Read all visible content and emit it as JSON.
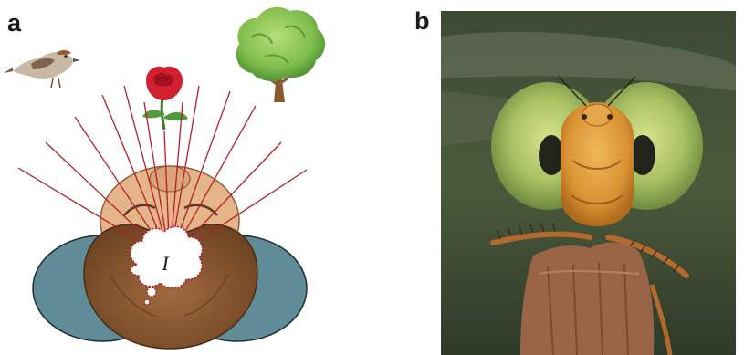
{
  "panels": {
    "a": {
      "label": "a",
      "thought_text": "I",
      "objects": [
        "bird-icon",
        "rose-icon",
        "tree-icon"
      ],
      "colors": {
        "ray": "#b3202a",
        "shoulder": "#5f8c96",
        "hair": "#8a5a35",
        "skin": "#e6b489",
        "rose": "#d32030",
        "leaf": "#4f9a3a"
      }
    },
    "b": {
      "label": "b",
      "image": "dragonfly-head-closeup",
      "colors": {
        "eye": "#aac468",
        "face": "#e0a03e",
        "background": "#3a4630"
      }
    }
  }
}
